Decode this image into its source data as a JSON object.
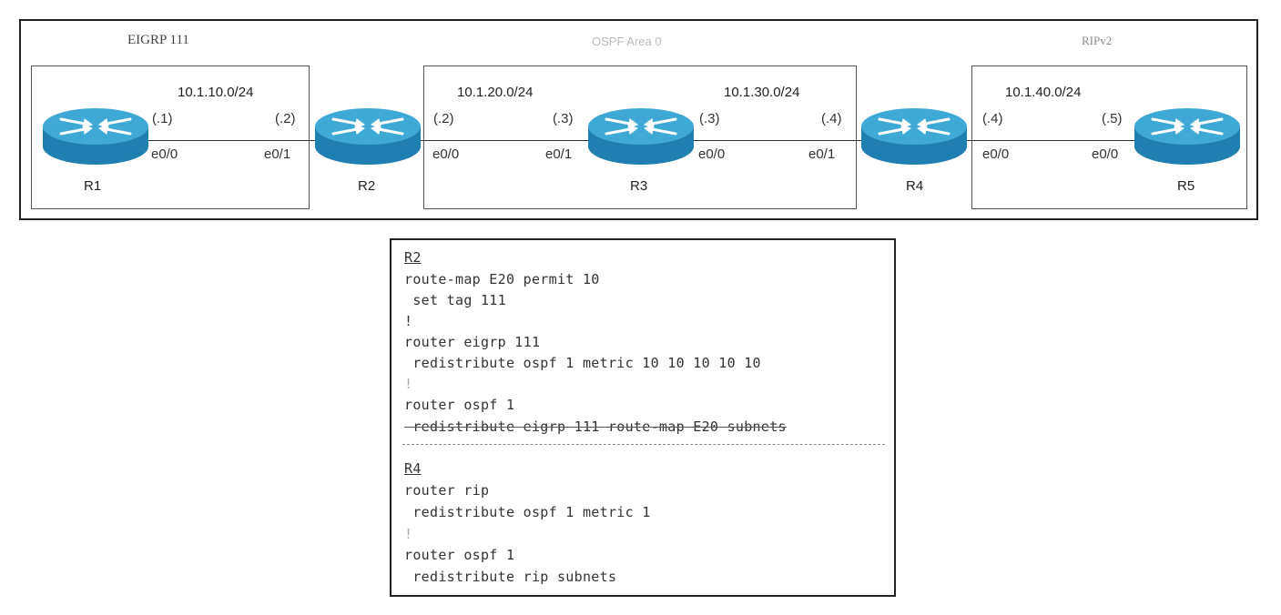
{
  "domains": [
    {
      "label": "EIGRP 111"
    },
    {
      "label": "OSPF Area 0"
    },
    {
      "label": "RIPv2"
    }
  ],
  "subnets": [
    "10.1.10.0/24",
    "10.1.20.0/24",
    "10.1.30.0/24",
    "10.1.40.0/24"
  ],
  "hosts": [
    "(.1)",
    "(.2)",
    "(.2)",
    "(.3)",
    "(.3)",
    "(.4)",
    "(.4)",
    "(.5)"
  ],
  "interfaces": [
    "e0/0",
    "e0/1",
    "e0/0",
    "e0/1",
    "e0/0",
    "e0/1",
    "e0/0",
    "e0/0"
  ],
  "routers": [
    {
      "name": "R1"
    },
    {
      "name": "R2"
    },
    {
      "name": "R3"
    },
    {
      "name": "R4"
    },
    {
      "name": "R5"
    }
  ],
  "config": {
    "r2_heading": "R2",
    "r2_lines": [
      "route-map E20 permit 10",
      " set tag 111",
      "!",
      "router eigrp 111",
      " redistribute ospf 1 metric 10 10 10 10 10",
      "!",
      "router ospf 1",
      " redistribute eigrp 111 route-map E20 subnets"
    ],
    "r4_heading": "R4",
    "r4_lines": [
      "router rip",
      " redistribute ospf 1 metric 1",
      "!",
      "router ospf 1",
      " redistribute rip subnets"
    ]
  },
  "colors": {
    "router_top": "#3fa9d6",
    "router_side": "#1e7fb0",
    "router_arrows": "#ffffff",
    "border": "#222222"
  }
}
